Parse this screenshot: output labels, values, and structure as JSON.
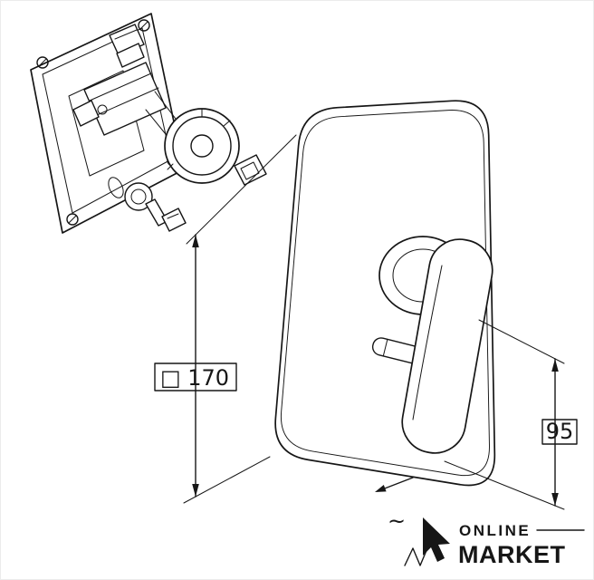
{
  "colors": {
    "line": "#161616",
    "background": "#ffffff"
  },
  "drawing": {
    "dimension_plate": "□ 170",
    "dimension_handle": "95",
    "approx_tilde": "~"
  },
  "logo": {
    "top": "ONLINE",
    "bottom": "MARKET",
    "icon": "cursor-arrow-icon"
  }
}
